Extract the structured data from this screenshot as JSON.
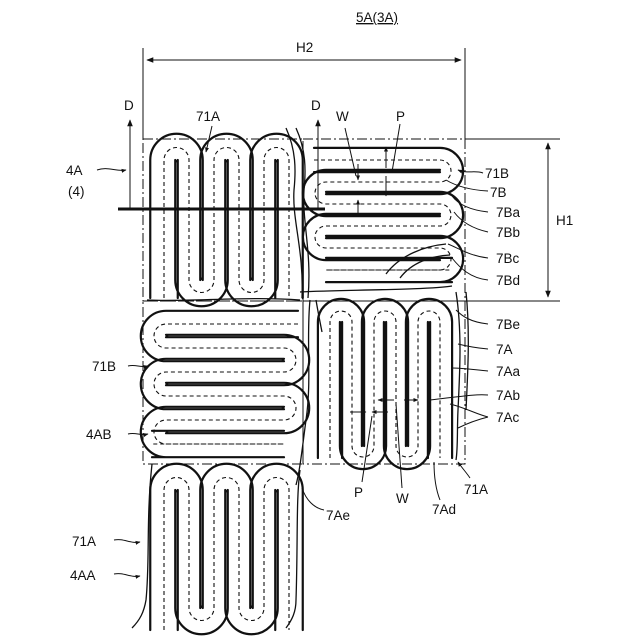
{
  "labels": {
    "assembly": "5A(3A)",
    "h2": "H2",
    "h1": "H1",
    "d_left": "D",
    "d_right": "D",
    "ref_71A_top": "71A",
    "ref_4A": "4A",
    "ref_4": "(4)",
    "w_top": "W",
    "p_top": "P",
    "ref_71B_right": "71B",
    "ref_7B": "7B",
    "ref_7Ba": "7Ba",
    "ref_7Bb": "7Bb",
    "ref_7Bc": "7Bc",
    "ref_7Bd": "7Bd",
    "ref_7Be": "7Be",
    "ref_7A": "7A",
    "ref_7Aa": "7Aa",
    "ref_7Ab": "7Ab",
    "ref_7Ac": "7Ac",
    "ref_71B_left": "71B",
    "ref_4AB": "4AB",
    "p_bottom": "P",
    "w_bottom": "W",
    "ref_7Ae": "7Ae",
    "ref_7Ad": "7Ad",
    "ref_71A_right": "71A",
    "ref_71A_left": "71A",
    "ref_4AA": "4AA"
  }
}
